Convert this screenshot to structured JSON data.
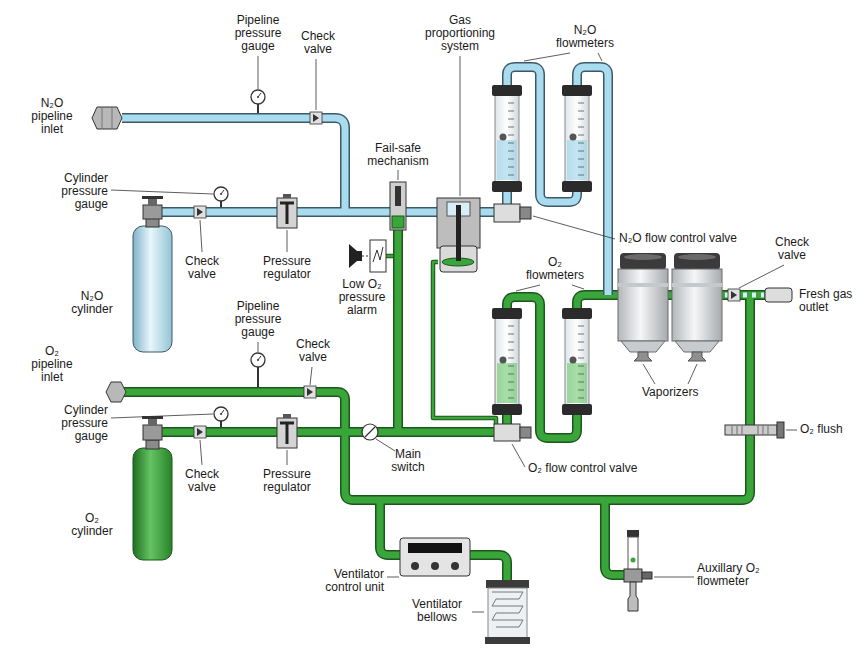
{
  "diagram": {
    "labels": [
      "Pipeline pressure gauge",
      "Check valve",
      "Gas proportioning system",
      "N₂O flowmeters",
      "N₂O pipeline inlet",
      "Cylinder pressure gauge",
      "Fail-safe mechanism",
      "Check valve",
      "Pressure regulator",
      "N₂O flow control valve",
      "Low O₂ pressure alarm",
      "N₂O cylinder",
      "O₂ flowmeters",
      "Check valve",
      "Fresh gas outlet",
      "O₂ pipeline inlet",
      "Pipeline pressure gauge",
      "Check valve",
      "Cylinder pressure gauge",
      "Check valve",
      "Pressure regulator",
      "Main switch",
      "O₂ flow control valve",
      "Vaporizers",
      "O₂ flush",
      "O₂ cylinder",
      "Ventilator control unit",
      "Ventilator bellows",
      "Auxillary O₂ flowmeter"
    ]
  }
}
